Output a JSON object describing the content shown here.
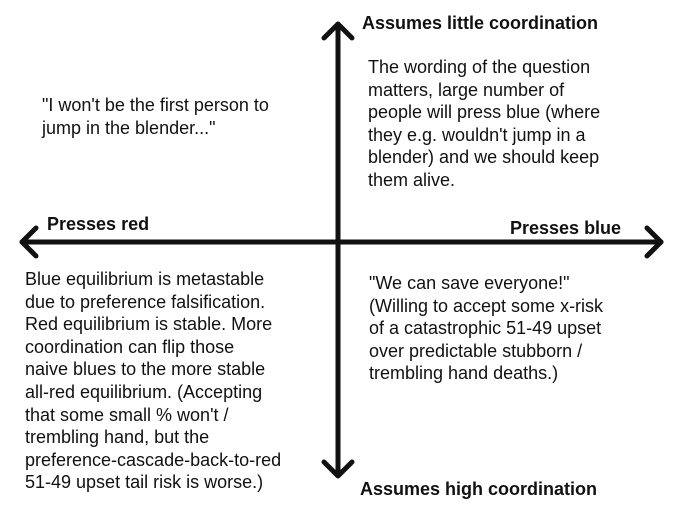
{
  "axes": {
    "top": "Assumes little coordination",
    "bottom": "Assumes high coordination",
    "left": "Presses red",
    "right": "Presses blue"
  },
  "quadrants": {
    "top_left": "\"I won't be the first person to\njump in the blender...\"",
    "top_right": "The wording of the question\nmatters, large number of\npeople will press blue (where\nthey e.g. wouldn't jump in a\nblender) and we should keep\nthem alive.",
    "bottom_left": "Blue equilibrium is metastable\ndue to preference falsification.\nRed equilibrium is stable. More\ncoordination can flip those\nnaive blues to the more stable\nall-red equilibrium. (Accepting\nthat some small % won't /\ntrembling hand, but the\npreference-cascade-back-to-red\n51-49 upset tail risk is worse.)",
    "bottom_right": "\"We can save everyone!\"\n(Willing to accept some x-risk\nof a catastrophic 51-49 upset\nover predictable stubborn /\ntrembling hand deaths.)"
  },
  "colors": {
    "axis": "#111111",
    "text": "#111111",
    "background": "#ffffff"
  }
}
